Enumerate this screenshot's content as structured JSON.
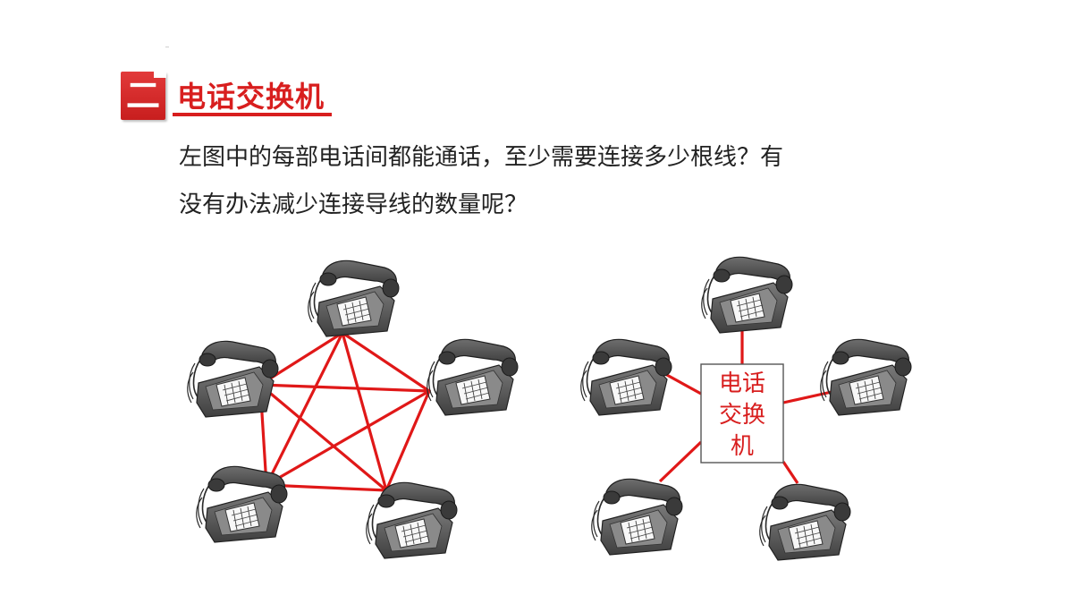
{
  "section": {
    "number": "二",
    "title": "电话交换机"
  },
  "question": {
    "line1": "左图中的每部电话间都能通话，至少需要连接多少根线？有",
    "line2": "没有办法减少连接导线的数量呢？"
  },
  "switch_box": {
    "line1": "电话",
    "line2": "交换",
    "line3": "机"
  },
  "colors": {
    "accent": "#d81e1e",
    "wire": "#e01818",
    "phone_body": "#5a5a5a"
  },
  "icons": [
    "telephone-icon"
  ]
}
